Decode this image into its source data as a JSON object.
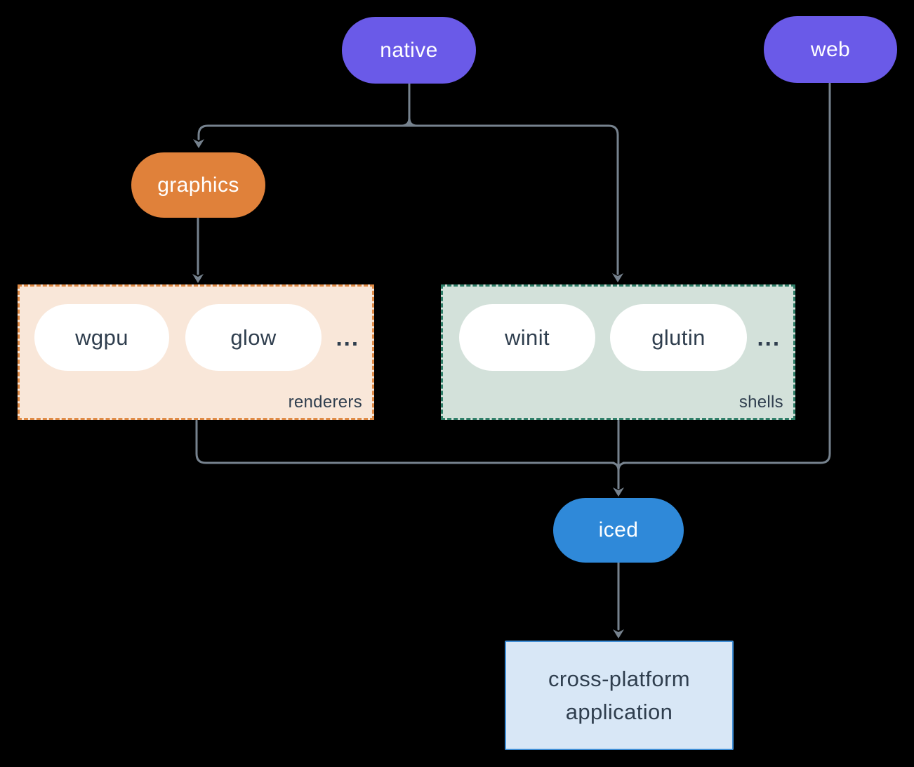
{
  "colors": {
    "background": "#000000",
    "purple": "#6a5ae8",
    "orange": "#e0813a",
    "blue": "#2f89d9",
    "edge": "#76828e",
    "ink": "#2f3e4e",
    "renderers-bg": "#f9e7d9",
    "renderers-border": "#df8a45",
    "shells-bg": "#d3e1da",
    "shells-border": "#2f7e68",
    "app-bg": "#d8e7f6",
    "app-border": "#3f8ed6",
    "pill-white": "#ffffff"
  },
  "nodes": {
    "native": {
      "label": "native"
    },
    "web": {
      "label": "web"
    },
    "graphics": {
      "label": "graphics"
    },
    "iced": {
      "label": "iced"
    },
    "app": {
      "line1": "cross-platform",
      "line2": "application"
    }
  },
  "groups": {
    "renderers": {
      "label": "renderers",
      "items": [
        "wgpu",
        "glow"
      ],
      "more": "..."
    },
    "shells": {
      "label": "shells",
      "items": [
        "winit",
        "glutin"
      ],
      "more": "..."
    }
  }
}
